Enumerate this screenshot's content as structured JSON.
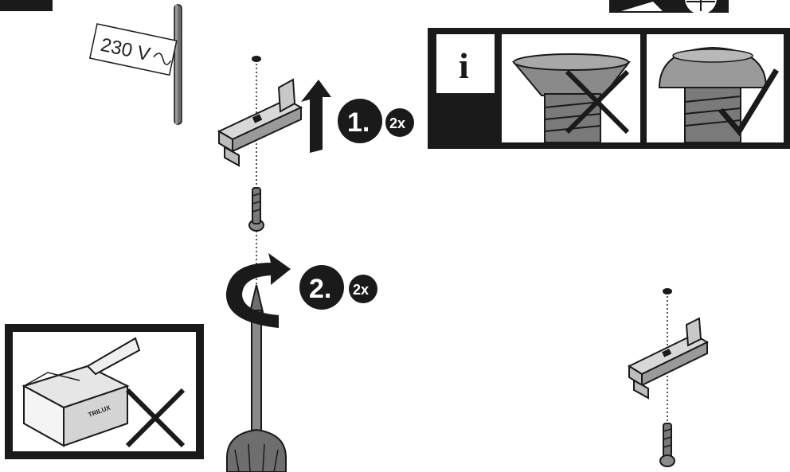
{
  "voltage_label": "230 V",
  "info_icon": "i",
  "brand": "TRILUX",
  "steps": [
    {
      "number": "1.",
      "count": "2x"
    },
    {
      "number": "2.",
      "count": "2x"
    }
  ],
  "icons": {
    "wrong": "cross-icon",
    "right": "check-icon",
    "rotate": "rotate-arrow-icon",
    "lift": "up-arrow-icon"
  },
  "colors": {
    "ink": "#1a1a1a",
    "metal": "#6e6e6e",
    "light_metal": "#cfcfcf",
    "white": "#ffffff"
  }
}
